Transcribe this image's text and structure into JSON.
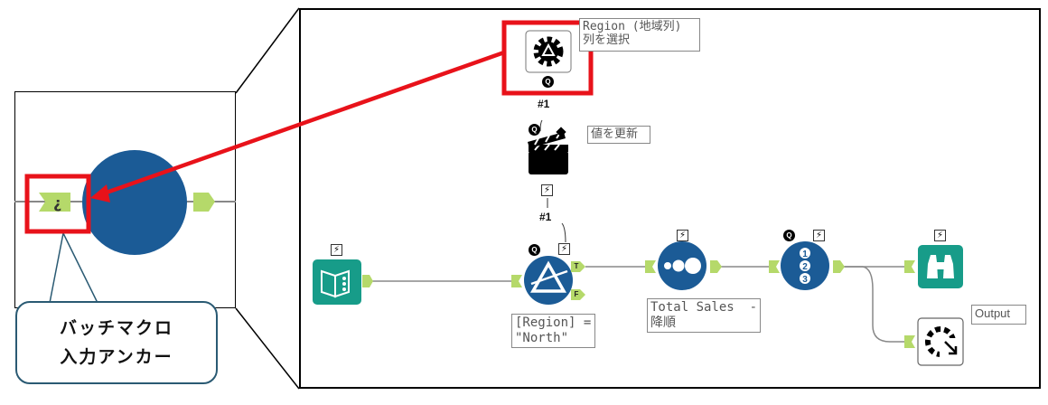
{
  "callout": {
    "line1": "バッチマクロ",
    "line2": "入力アンカー"
  },
  "zoom_detail": {
    "anchor_glyph": "¿",
    "tool_color": "#1b5b96",
    "anchor_color": "#b5d96a"
  },
  "colors": {
    "highlight_red": "#e8121a",
    "tool_blue": "#1b5b96",
    "tool_teal": "#179c89",
    "anchor_green": "#b5d96a",
    "callout_border": "#2a5a73"
  },
  "workflow": {
    "control_param": {
      "annotation": "Region (地域列)\n列を選択",
      "badge": "Q"
    },
    "connection_label_1": "#1",
    "action": {
      "annotation": "値を更新",
      "badge": "Q"
    },
    "connection_label_2": "#1",
    "input": {
      "badge": "⚡"
    },
    "filter": {
      "annotation": "[Region] =\n\"North\"",
      "true_anchor": "T",
      "false_anchor": "F",
      "badge_q": "Q",
      "badge_bolt": "⚡"
    },
    "sort": {
      "annotation": "Total Sales  -\n降順",
      "badge": "⚡"
    },
    "record_id": {
      "digits": [
        "1",
        "2",
        "3"
      ],
      "badge_q": "Q",
      "badge_bolt": "⚡"
    },
    "browse": {
      "badge": "⚡"
    },
    "macro_output": {
      "annotation": "Output"
    }
  }
}
